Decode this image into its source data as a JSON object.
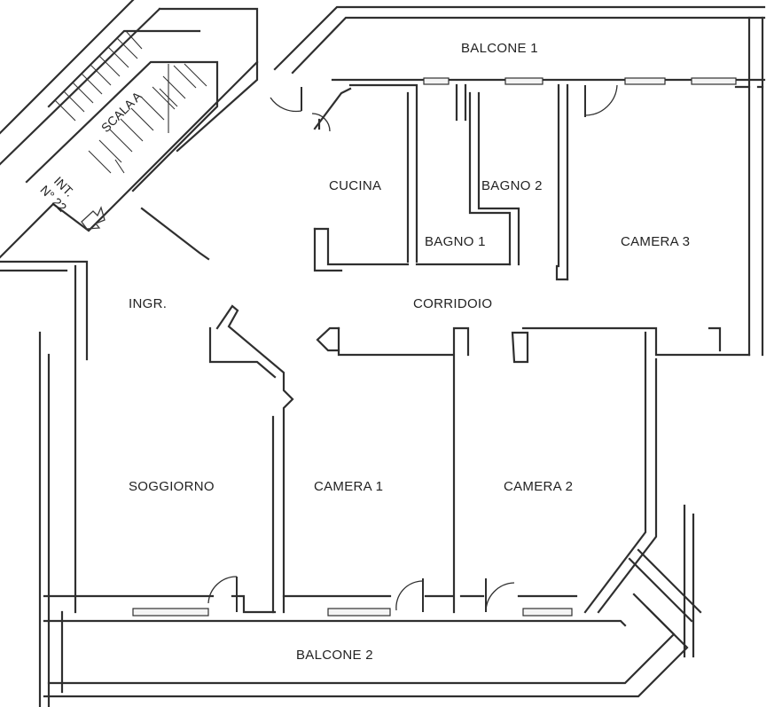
{
  "rooms": {
    "balcone1": "BALCONE 1",
    "balcone2": "BALCONE 2",
    "cucina": "CUCINA",
    "bagno1": "BAGNO 1",
    "bagno2": "BAGNO 2",
    "camera1": "CAMERA 1",
    "camera2": "CAMERA 2",
    "camera3": "CAMERA 3",
    "corridoio": "CORRIDOIO",
    "ingresso": "INGR.",
    "soggiorno": "SOGGIORNO"
  },
  "stairs": {
    "label": "SCALA A"
  },
  "unit": {
    "label_line1": "INT.",
    "label_line2": "N° 22"
  },
  "colors": {
    "wall": "#2f2f2f",
    "background": "#ffffff"
  }
}
